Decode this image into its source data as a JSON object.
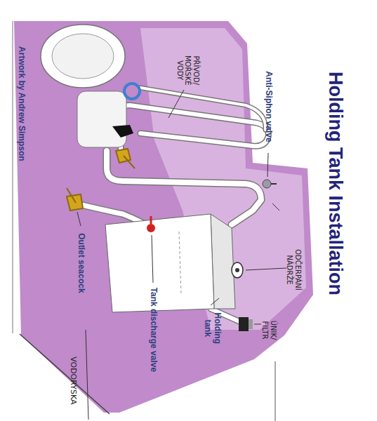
{
  "diagram": {
    "title": "Holding Tank Installation",
    "labels": [
      "Anti-Siphon valve",
      "PŘÍVOD/ MOŘSKÉ VODY",
      "ODČERPÁNÍ NÁDRŽE",
      "ÚNIK/ FILTR",
      "Holding tank",
      "Tank discharge valve",
      "Outlet seacock",
      "VODORYSKA",
      "Artwork by Andrew Simpson"
    ]
  }
}
